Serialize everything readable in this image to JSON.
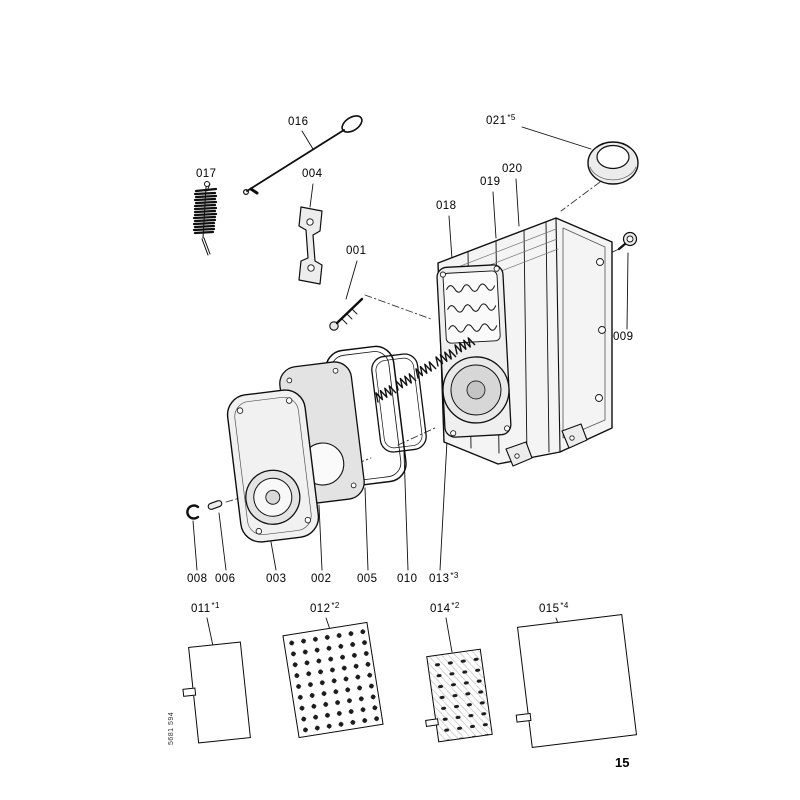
{
  "page": {
    "number": "15",
    "doc_code": "5681 594"
  },
  "labels": {
    "l001": {
      "text": "001",
      "sup": ""
    },
    "l002": {
      "text": "002",
      "sup": ""
    },
    "l003": {
      "text": "003",
      "sup": ""
    },
    "l004": {
      "text": "004",
      "sup": ""
    },
    "l005": {
      "text": "005",
      "sup": ""
    },
    "l006": {
      "text": "006",
      "sup": ""
    },
    "l008": {
      "text": "008",
      "sup": ""
    },
    "l009": {
      "text": "009",
      "sup": ""
    },
    "l010": {
      "text": "010",
      "sup": ""
    },
    "l011": {
      "text": "011",
      "sup": "*1"
    },
    "l012": {
      "text": "012",
      "sup": "*2"
    },
    "l013": {
      "text": "013",
      "sup": "*3"
    },
    "l014": {
      "text": "014",
      "sup": "*2"
    },
    "l015": {
      "text": "015",
      "sup": "*4"
    },
    "l016": {
      "text": "016",
      "sup": ""
    },
    "l017": {
      "text": "017",
      "sup": ""
    },
    "l018": {
      "text": "018",
      "sup": ""
    },
    "l019": {
      "text": "019",
      "sup": ""
    },
    "l020": {
      "text": "020",
      "sup": ""
    },
    "l021": {
      "text": "021",
      "sup": "*5"
    }
  }
}
